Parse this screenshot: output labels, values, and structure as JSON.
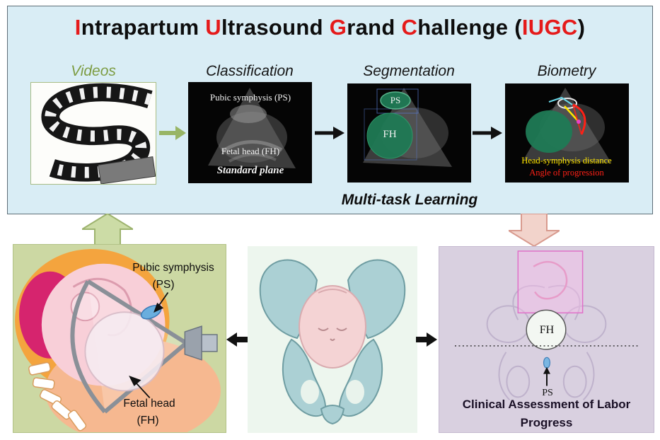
{
  "header": {
    "title_parts": [
      {
        "t": "I"
      },
      {
        "t": "ntrapartum "
      },
      {
        "t": "U"
      },
      {
        "t": "ltrasound "
      },
      {
        "t": "G"
      },
      {
        "t": "rand "
      },
      {
        "t": "C"
      },
      {
        "t": "hallenge ("
      },
      {
        "t": "IUGC"
      },
      {
        "t": ")"
      }
    ]
  },
  "pipeline": {
    "stage_labels": {
      "videos": "Videos",
      "classification": "Classification",
      "segmentation": "Segmentation",
      "biometry": "Biometry"
    },
    "classification_panel": {
      "ps": "Pubic symphysis (PS)",
      "fh": "Fetal head (FH)",
      "caption": "Standard plane"
    },
    "segmentation_panel": {
      "ps": "PS",
      "fh": "FH"
    },
    "biometry_panel": {
      "hsd": "Head-symphysis distance",
      "aop": "Angle of progression"
    },
    "multitask": "Multi-task Learning"
  },
  "anatomy_panel": {
    "ps_line1": "Pubic symphysis",
    "ps_line2": "(PS)",
    "fh_line1": "Fetal head",
    "fh_line2": "(FH)"
  },
  "clinical_panel": {
    "fh": "FH",
    "ps": "PS",
    "caption_line1": "Clinical Assessment of Labor",
    "caption_line2": "Progress"
  },
  "colors": {
    "accent_red": "#e51a1a",
    "top_box_bg": "#d9edf5",
    "left_box_bg": "#ccd8a3",
    "right_box_bg": "#d9d0e0",
    "videos_label_green": "#7d9c42",
    "segmentation_green": "#1f7a55",
    "hsd_yellow": "#ffe600",
    "aop_red": "#ff2016"
  }
}
